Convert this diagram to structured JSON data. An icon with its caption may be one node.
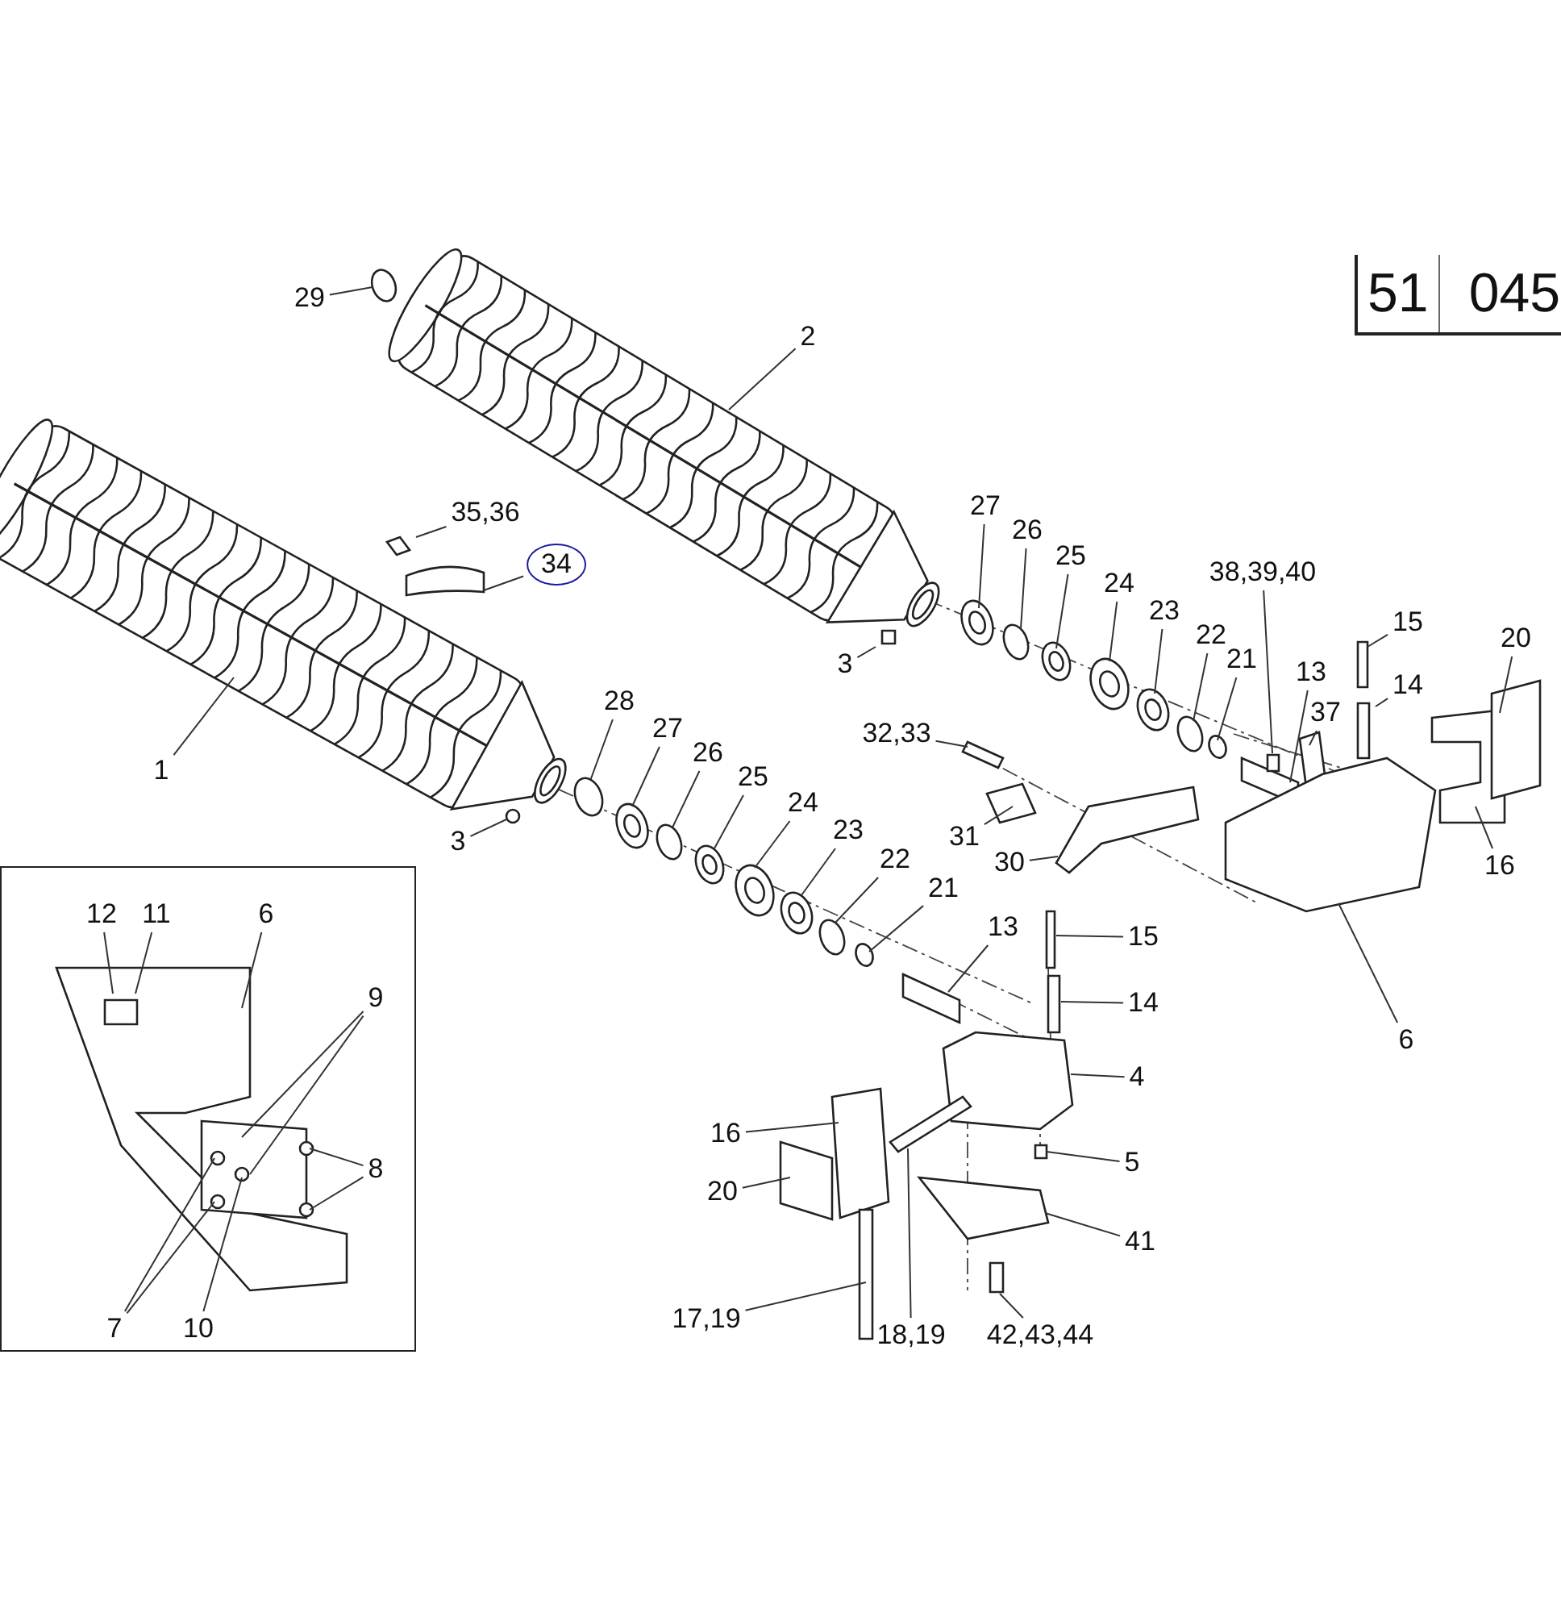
{
  "diagram": {
    "nodes": [
      {
        "text": [
          "51",
          "045"
        ]
      },
      {
        "text": [
          "29"
        ]
      },
      {
        "text": [
          "2"
        ]
      },
      {
        "text": [
          "35,36"
        ]
      },
      {
        "text": [
          "34"
        ]
      },
      {
        "text": [
          "27"
        ]
      },
      {
        "text": [
          "26"
        ]
      },
      {
        "text": [
          "25"
        ]
      },
      {
        "text": [
          "24"
        ]
      },
      {
        "text": [
          "23"
        ]
      },
      {
        "text": [
          "38,39,40"
        ]
      },
      {
        "text": [
          "22"
        ]
      },
      {
        "text": [
          "15"
        ]
      },
      {
        "text": [
          "21"
        ]
      },
      {
        "text": [
          "20"
        ]
      },
      {
        "text": [
          "13"
        ]
      },
      {
        "text": [
          "37"
        ]
      },
      {
        "text": [
          "14"
        ]
      },
      {
        "text": [
          "28"
        ]
      },
      {
        "text": [
          "27"
        ]
      },
      {
        "text": [
          "32,33"
        ]
      },
      {
        "text": [
          "26"
        ]
      },
      {
        "text": [
          "1"
        ]
      },
      {
        "text": [
          "25"
        ]
      },
      {
        "text": [
          "24"
        ]
      },
      {
        "text": [
          "3"
        ]
      },
      {
        "text": [
          "3"
        ]
      },
      {
        "text": [
          "31"
        ]
      },
      {
        "text": [
          "30"
        ]
      },
      {
        "text": [
          "16"
        ]
      },
      {
        "text": [
          "23"
        ]
      },
      {
        "text": [
          "22"
        ]
      },
      {
        "text": [
          "21"
        ]
      },
      {
        "text": [
          "13"
        ]
      },
      {
        "text": [
          "15"
        ]
      },
      {
        "text": [
          "14"
        ]
      },
      {
        "text": [
          "6"
        ]
      },
      {
        "text": [
          "4"
        ]
      },
      {
        "text": [
          "16"
        ]
      },
      {
        "text": [
          "5"
        ]
      },
      {
        "text": [
          "20"
        ]
      },
      {
        "text": [
          "41"
        ]
      },
      {
        "text": [
          "17,19"
        ]
      },
      {
        "text": [
          "18,19"
        ]
      },
      {
        "text": [
          "42,43,44"
        ]
      },
      {
        "text": [],
        "shape": "box"
      },
      {
        "text": [
          "12"
        ],
        "in": 45
      },
      {
        "text": [
          "11"
        ],
        "in": 45
      },
      {
        "text": [
          "6"
        ],
        "in": 45
      },
      {
        "text": [
          "9"
        ],
        "in": 45
      },
      {
        "text": [
          "8"
        ],
        "in": 45
      },
      {
        "text": [
          "7"
        ],
        "in": 45
      },
      {
        "text": [
          "10"
        ],
        "in": 45
      }
    ],
    "edges": [
      {
        "from": 1,
        "to": null,
        "arrow": "none"
      },
      {
        "from": 2,
        "to": null,
        "arrow": "none"
      },
      {
        "from": 3,
        "to": null,
        "arrow": "none"
      },
      {
        "from": 4,
        "to": null,
        "arrow": "none"
      },
      {
        "from": 5,
        "to": null,
        "arrow": "none"
      },
      {
        "from": 6,
        "to": null,
        "arrow": "none"
      },
      {
        "from": 7,
        "to": null,
        "arrow": "none"
      },
      {
        "from": 8,
        "to": null,
        "arrow": "none"
      },
      {
        "from": 9,
        "to": null,
        "arrow": "none"
      },
      {
        "from": 10,
        "to": null,
        "arrow": "none"
      },
      {
        "from": 11,
        "to": null,
        "arrow": "none"
      },
      {
        "from": 12,
        "to": null,
        "arrow": "none"
      },
      {
        "from": 13,
        "to": null,
        "arrow": "none"
      },
      {
        "from": 14,
        "to": null,
        "arrow": "none"
      },
      {
        "from": 15,
        "to": null,
        "arrow": "none"
      },
      {
        "from": 16,
        "to": null,
        "arrow": "none"
      },
      {
        "from": 17,
        "to": null,
        "arrow": "none"
      },
      {
        "from": 18,
        "to": null,
        "arrow": "none"
      },
      {
        "from": 19,
        "to": null,
        "arrow": "none"
      },
      {
        "from": 20,
        "to": null,
        "arrow": "none"
      },
      {
        "from": 21,
        "to": null,
        "arrow": "none"
      },
      {
        "from": 22,
        "to": null,
        "arrow": "none"
      },
      {
        "from": 23,
        "to": null,
        "arrow": "none"
      },
      {
        "from": 24,
        "to": null,
        "arrow": "none"
      },
      {
        "from": 25,
        "to": null,
        "arrow": "none"
      },
      {
        "from": 26,
        "to": null,
        "arrow": "none"
      },
      {
        "from": 27,
        "to": null,
        "arrow": "none"
      },
      {
        "from": 28,
        "to": null,
        "arrow": "none"
      },
      {
        "from": 29,
        "to": null,
        "arrow": "none"
      },
      {
        "from": 30,
        "to": null,
        "arrow": "none"
      },
      {
        "from": 31,
        "to": null,
        "arrow": "none"
      },
      {
        "from": 32,
        "to": null,
        "arrow": "none"
      },
      {
        "from": 33,
        "to": null,
        "arrow": "none"
      },
      {
        "from": 34,
        "to": null,
        "arrow": "none"
      },
      {
        "from": 35,
        "to": null,
        "arrow": "none"
      },
      {
        "from": 36,
        "to": null,
        "arrow": "none"
      },
      {
        "from": 37,
        "to": null,
        "arrow": "none"
      },
      {
        "from": 38,
        "to": null,
        "arrow": "none"
      },
      {
        "from": 39,
        "to": null,
        "arrow": "none"
      },
      {
        "from": 40,
        "to": null,
        "arrow": "none"
      },
      {
        "from": 41,
        "to": null,
        "arrow": "none"
      },
      {
        "from": 42,
        "to": null,
        "arrow": "none"
      },
      {
        "from": 43,
        "to": null,
        "arrow": "none"
      },
      {
        "from": 44,
        "to": null,
        "arrow": "none"
      },
      {
        "from": 46,
        "to": null,
        "arrow": "none"
      },
      {
        "from": 47,
        "to": null,
        "arrow": "none"
      },
      {
        "from": 48,
        "to": null,
        "arrow": "none"
      },
      {
        "from": 49,
        "to": null,
        "arrow": "none"
      },
      {
        "from": 49,
        "to": null,
        "arrow": "none"
      },
      {
        "from": 50,
        "to": null,
        "arrow": "none"
      },
      {
        "from": 50,
        "to": null,
        "arrow": "none"
      },
      {
        "from": 51,
        "to": null,
        "arrow": "none"
      },
      {
        "from": 51,
        "to": null,
        "arrow": "none"
      },
      {
        "from": 52,
        "to": null,
        "arrow": "none"
      }
    ]
  }
}
